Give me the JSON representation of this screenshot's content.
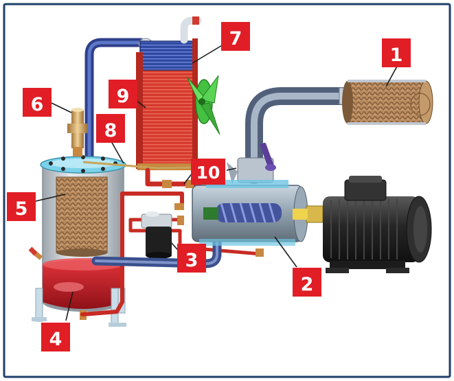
{
  "callouts": [
    {
      "id": "1",
      "label": "1"
    },
    {
      "id": "2",
      "label": "2"
    },
    {
      "id": "3",
      "label": "3"
    },
    {
      "id": "4",
      "label": "4"
    },
    {
      "id": "5",
      "label": "5"
    },
    {
      "id": "6",
      "label": "6"
    },
    {
      "id": "7",
      "label": "7"
    },
    {
      "id": "8",
      "label": "8"
    },
    {
      "id": "9",
      "label": "9"
    },
    {
      "id": "10",
      "label": "10"
    }
  ],
  "colors": {
    "frame": "#1f3f6b",
    "callout_fill": "#e11d25",
    "callout_text": "#ffffff",
    "pipe_blue": "#3d5fa8",
    "pipe_red": "#d7342c",
    "copper": "#c8883f",
    "fan_green": "#3dbb3a",
    "motor_dark": "#1d1d1d",
    "tank_glass": "#b9c2c9"
  }
}
